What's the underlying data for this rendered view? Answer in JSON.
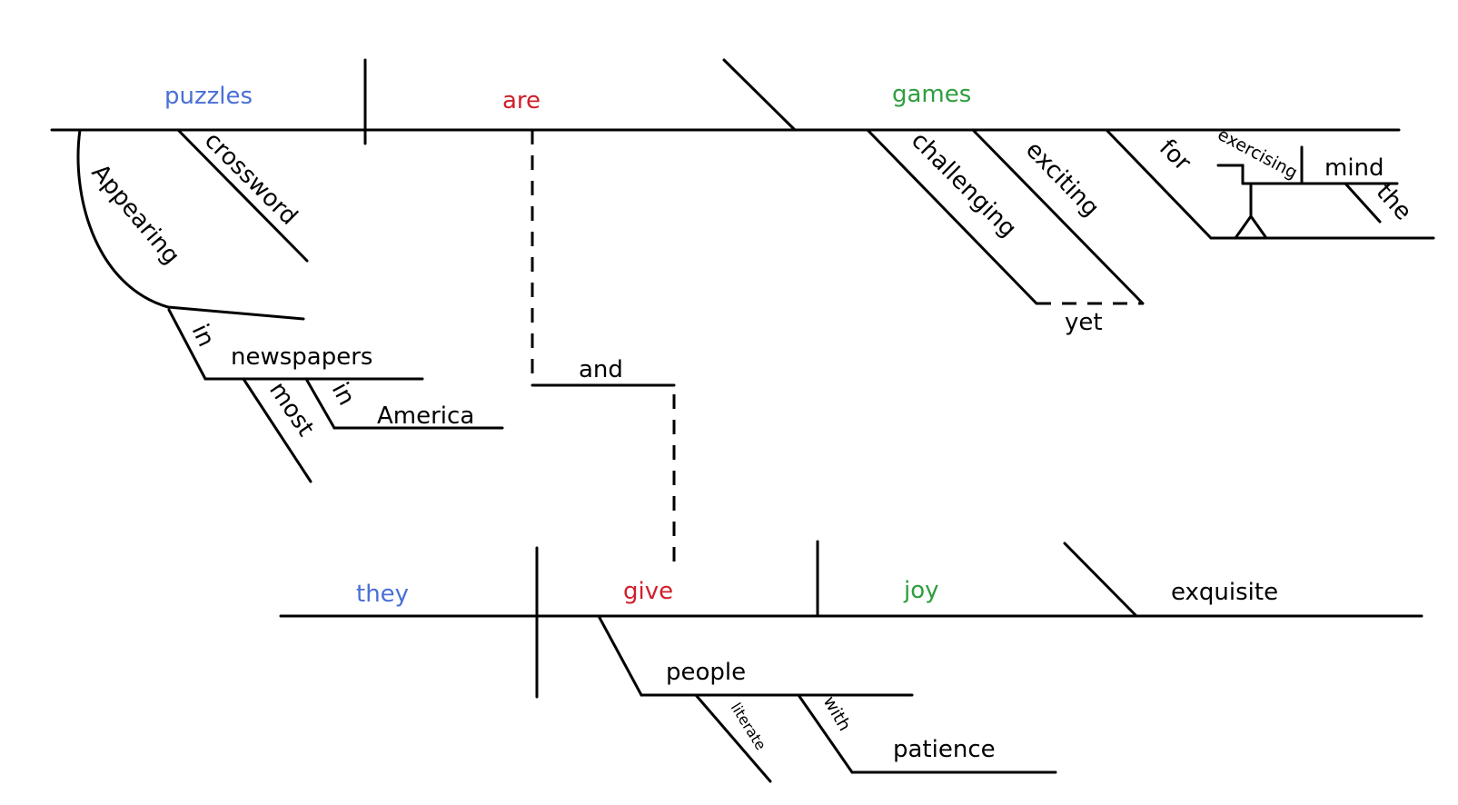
{
  "colors": {
    "subject": "#4a6fd6",
    "verb": "#d0202a",
    "complement": "#2e9e3e",
    "default": "#000000"
  },
  "clause1": {
    "subject": "puzzles",
    "verb": "are",
    "complement": "games",
    "subject_modifiers": [
      "crossword",
      "Appearing",
      "in",
      "newspapers",
      "most",
      "in",
      "America"
    ],
    "complement_modifiers": [
      "challenging",
      "exciting",
      "yet",
      "for",
      "exercising",
      "mind",
      "the"
    ]
  },
  "conjunction": "and",
  "clause2": {
    "subject": "they",
    "verb": "give",
    "object": "joy",
    "object_modifiers": [
      "exquisite"
    ],
    "indirect_object": "people",
    "indirect_modifiers": [
      "literate",
      "with",
      "patience"
    ]
  }
}
